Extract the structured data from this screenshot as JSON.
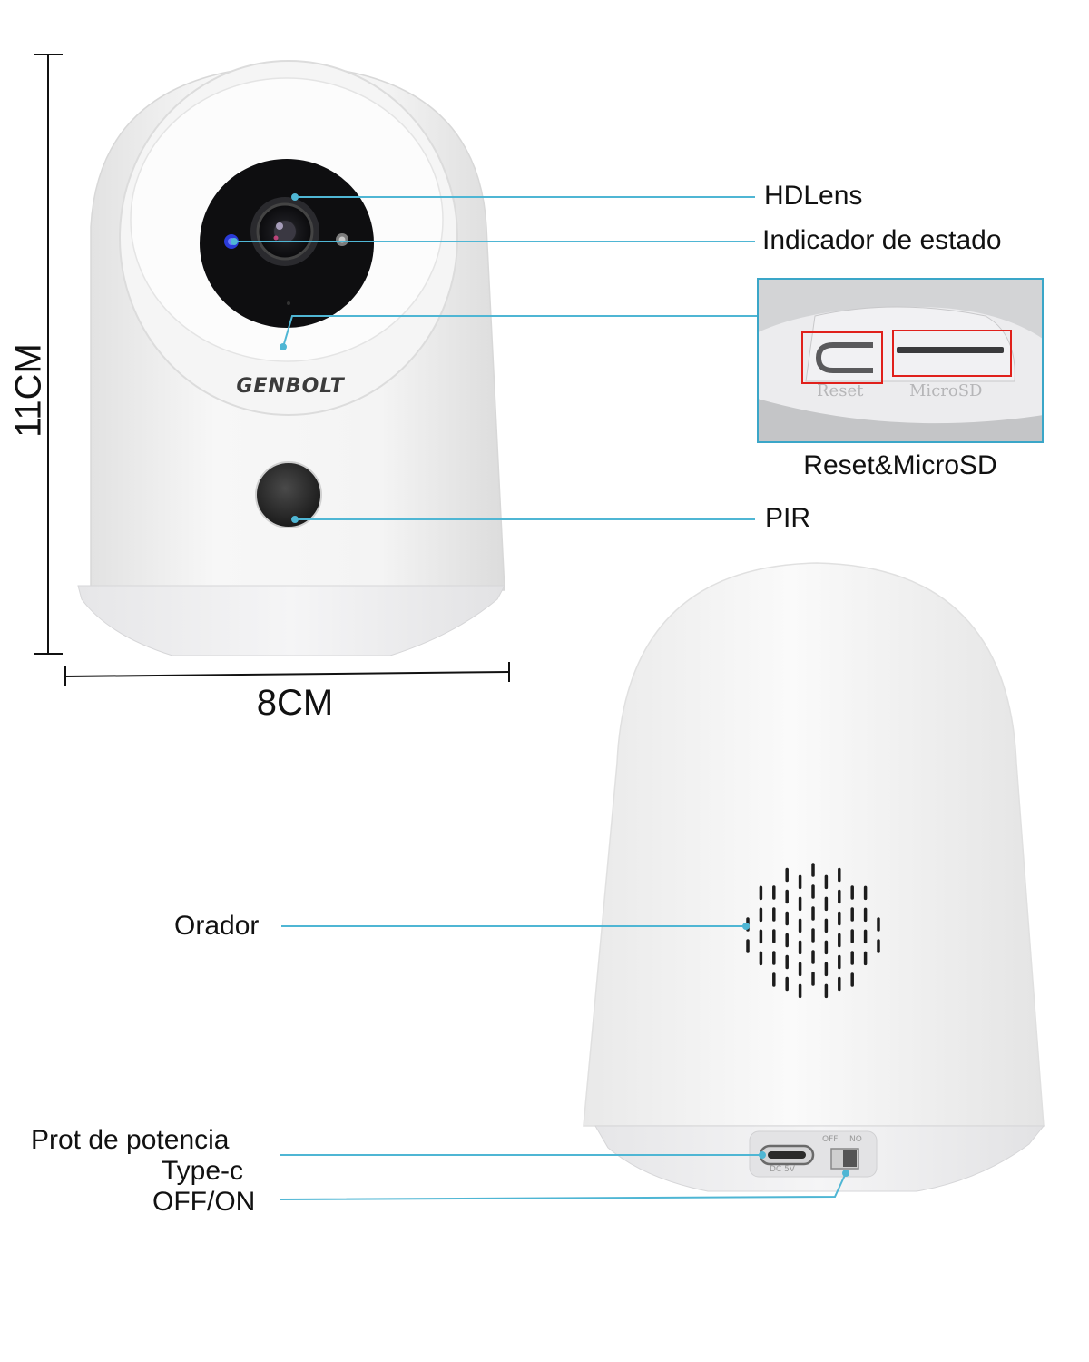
{
  "dimensions": {
    "height": "11CM",
    "width": "8CM"
  },
  "brand": "GENBOLT",
  "callouts": {
    "hd_lens": "HDLens",
    "status_indicator": "Indicador de estado",
    "reset_microsd": "Reset&MicroSD",
    "pir": "PIR",
    "speaker": "Orador",
    "power_port_line1": "Prot de potencia",
    "power_port_line2": "Type-c",
    "switch": "OFF/ON"
  },
  "inset_labels": {
    "reset": "Reset",
    "microsd": "MicroSD"
  },
  "port_labels": {
    "dc": "DC 5V",
    "off": "OFF",
    "on": "NO"
  },
  "colors": {
    "leader_line": "#4fb6d4",
    "highlight_box": "#e0201b",
    "body": "#f2f2f2"
  }
}
